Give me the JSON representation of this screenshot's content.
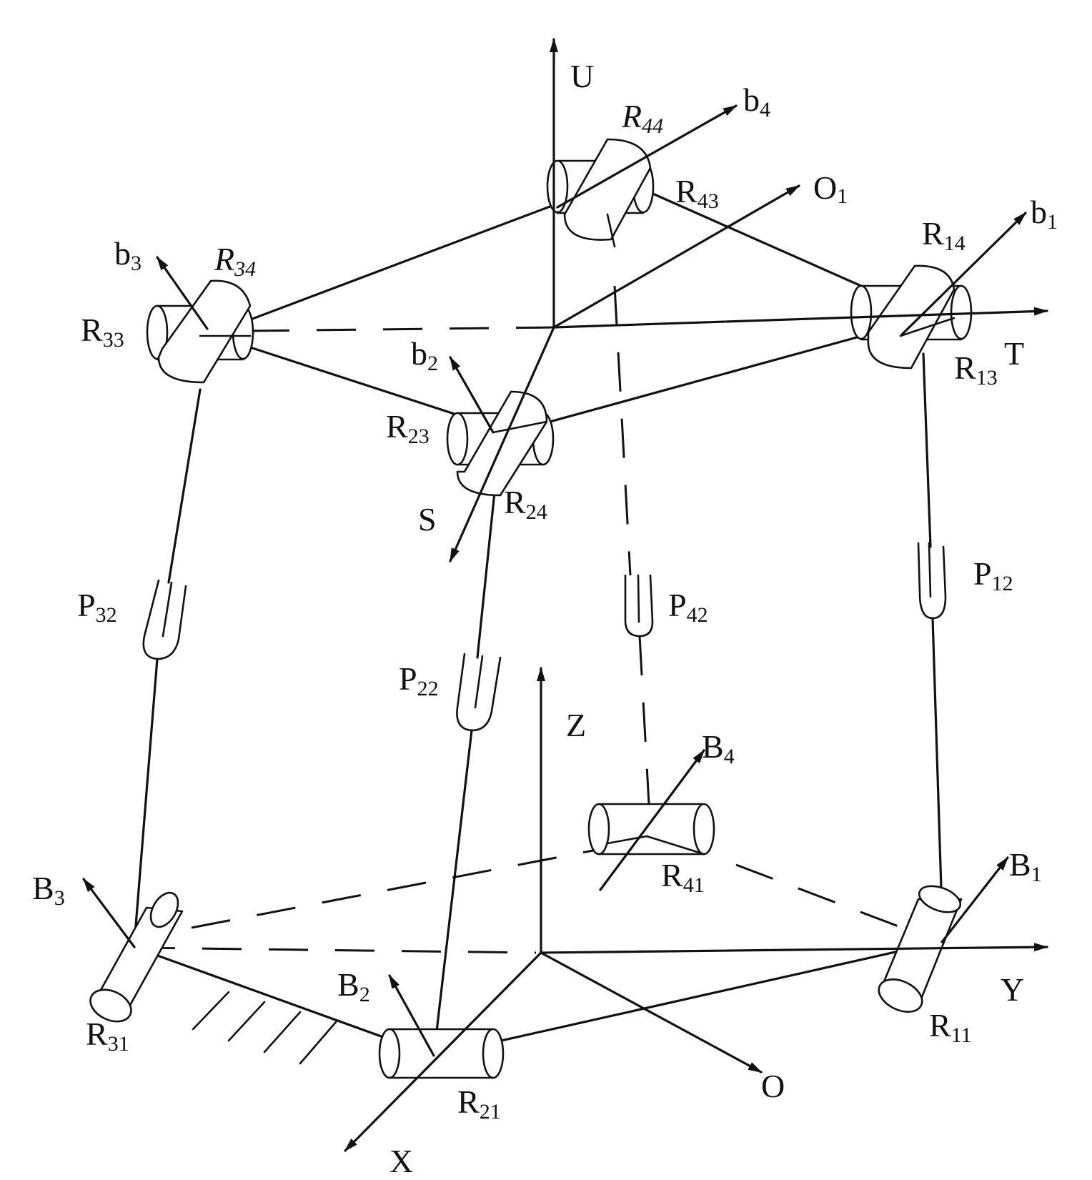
{
  "diagram": {
    "colors": {
      "ink": "#111111",
      "background": "#ffffff"
    },
    "static_frame": {
      "axes": [
        "X",
        "Y",
        "Z",
        "O"
      ]
    },
    "moving_frame": {
      "axes": [
        "S",
        "T",
        "U",
        "O1"
      ]
    },
    "labels": {
      "U": "U",
      "T": "T",
      "S": "S",
      "O1": {
        "base": "O",
        "sub": "1"
      },
      "X": "X",
      "Y": "Y",
      "Z": "Z",
      "O": "O",
      "b1": {
        "base": "b",
        "sub": "1"
      },
      "b2": {
        "base": "b",
        "sub": "2"
      },
      "b3": {
        "base": "b",
        "sub": "3"
      },
      "b4": {
        "base": "b",
        "sub": "4"
      },
      "B1": {
        "base": "B",
        "sub": "1"
      },
      "B2": {
        "base": "B",
        "sub": "2"
      },
      "B3": {
        "base": "B",
        "sub": "3"
      },
      "B4": {
        "base": "B",
        "sub": "4"
      },
      "R11": {
        "base": "R",
        "sub": "11"
      },
      "R13": {
        "base": "R",
        "sub": "13"
      },
      "R14": {
        "base": "R",
        "sub": "14"
      },
      "R21": {
        "base": "R",
        "sub": "21"
      },
      "R23": {
        "base": "R",
        "sub": "23"
      },
      "R24": {
        "base": "R",
        "sub": "24"
      },
      "R31": {
        "base": "R",
        "sub": "31"
      },
      "R33": {
        "base": "R",
        "sub": "33"
      },
      "R34": {
        "base": "R",
        "sub": "34"
      },
      "R41": {
        "base": "R",
        "sub": "41"
      },
      "R43": {
        "base": "R",
        "sub": "43"
      },
      "R44": {
        "base": "R",
        "sub": "44"
      },
      "P12": {
        "base": "P",
        "sub": "12"
      },
      "P22": {
        "base": "P",
        "sub": "22"
      },
      "P32": {
        "base": "P",
        "sub": "32"
      },
      "P42": {
        "base": "P",
        "sub": "42"
      }
    }
  }
}
